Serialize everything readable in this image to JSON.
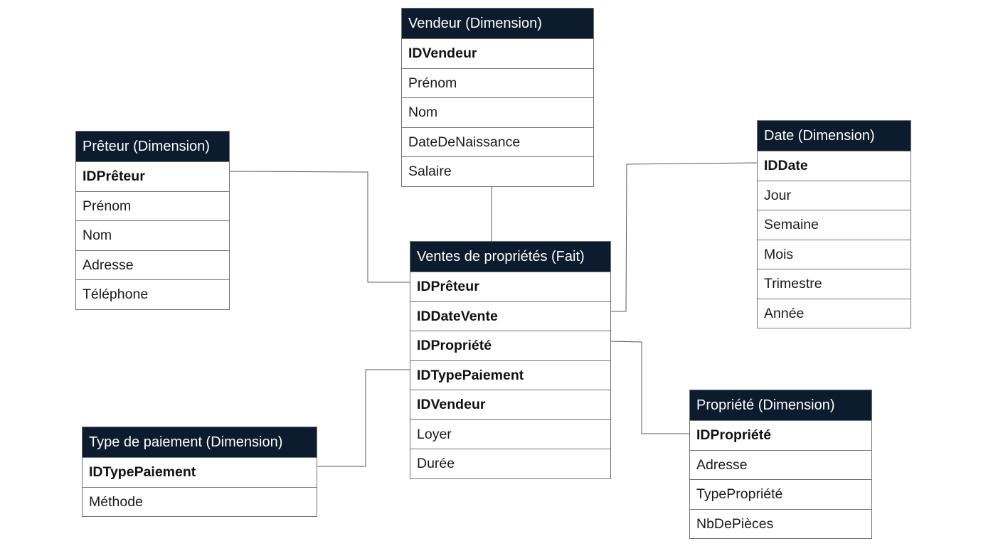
{
  "entities": {
    "vendeur": {
      "title": "Vendeur (Dimension)",
      "fields": [
        {
          "name": "IDVendeur",
          "key": true
        },
        {
          "name": "Prénom",
          "key": false
        },
        {
          "name": "Nom",
          "key": false
        },
        {
          "name": "DateDeNaissance",
          "key": false
        },
        {
          "name": "Salaire",
          "key": false
        }
      ]
    },
    "preteur": {
      "title": "Prêteur (Dimension)",
      "fields": [
        {
          "name": "IDPrêteur",
          "key": true
        },
        {
          "name": "Prénom",
          "key": false
        },
        {
          "name": "Nom",
          "key": false
        },
        {
          "name": "Adresse",
          "key": false
        },
        {
          "name": "Téléphone",
          "key": false
        }
      ]
    },
    "date": {
      "title": "Date (Dimension)",
      "fields": [
        {
          "name": "IDDate",
          "key": true
        },
        {
          "name": "Jour",
          "key": false
        },
        {
          "name": "Semaine",
          "key": false
        },
        {
          "name": "Mois",
          "key": false
        },
        {
          "name": "Trimestre",
          "key": false
        },
        {
          "name": "Année",
          "key": false
        }
      ]
    },
    "ventes": {
      "title": "Ventes de propriétés (Fait)",
      "fields": [
        {
          "name": "IDPrêteur",
          "key": true
        },
        {
          "name": "IDDateVente",
          "key": true
        },
        {
          "name": "IDPropriété",
          "key": true
        },
        {
          "name": "IDTypePaiement",
          "key": true
        },
        {
          "name": "IDVendeur",
          "key": true
        },
        {
          "name": "Loyer",
          "key": false
        },
        {
          "name": "Durée",
          "key": false
        }
      ]
    },
    "type_paiement": {
      "title": "Type de paiement (Dimension)",
      "fields": [
        {
          "name": "IDTypePaiement",
          "key": true
        },
        {
          "name": "Méthode",
          "key": false
        }
      ]
    },
    "propriete": {
      "title": "Propriété (Dimension)",
      "fields": [
        {
          "name": "IDPropriété",
          "key": true
        },
        {
          "name": "Adresse",
          "key": false
        },
        {
          "name": "TypePropriété",
          "key": false
        },
        {
          "name": "NbDePièces",
          "key": false
        }
      ]
    }
  },
  "colors": {
    "header_bg": "#0d1b2e",
    "header_text": "#ffffff",
    "border": "#6f7378",
    "connector": "#555a60"
  }
}
